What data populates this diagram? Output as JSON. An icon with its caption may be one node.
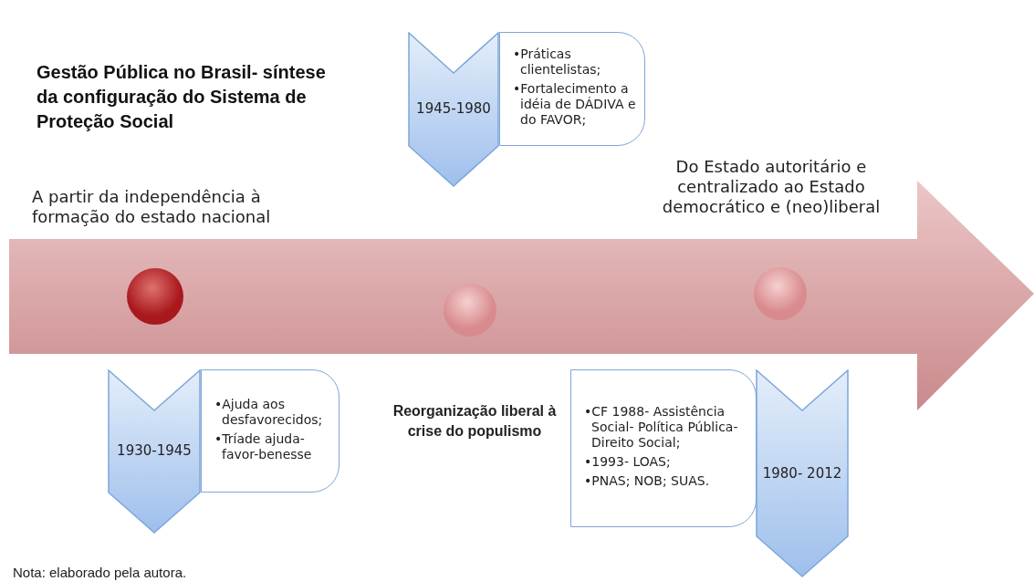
{
  "diagram": {
    "title": "Gestão Pública no Brasil- síntese da configuração do Sistema de Proteção Social",
    "caption": "Nota: elaborado pela autora.",
    "nodes": [
      {
        "text": [
          "1945-1980"
        ]
      },
      {
        "text": [
          "•Práticas clientelistas;",
          "•Fortalecimento a idéia de DÁDIVA e do FAVOR;"
        ]
      },
      {
        "text": [
          "1930-1945"
        ]
      },
      {
        "text": [
          "•Ajuda aos desfavorecidos;",
          "•Tríade ajuda-favor-benesse"
        ]
      },
      {
        "text": [
          "•CF 1988- Assistência Social- Política Pública- Direito Social;",
          "•1993- LOAS;",
          "•PNAS; NOB; SUAS."
        ]
      },
      {
        "text": [
          "1980- 2012"
        ]
      }
    ],
    "edges": [],
    "labels": [
      "A partir da independência à formação do estado nacional",
      "Do Estado autoritário e centralizado ao Estado democrático e (neo)liberal",
      "Reorganização liberal à crise do populismo"
    ]
  }
}
